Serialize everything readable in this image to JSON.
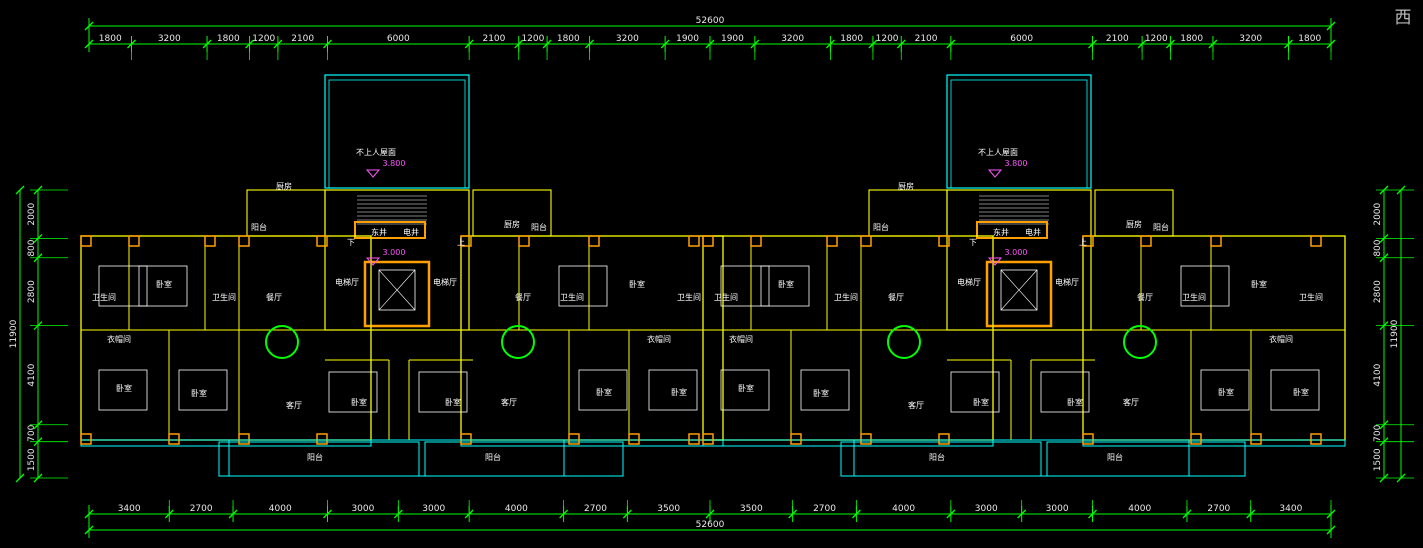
{
  "corner_label": "西",
  "colors": {
    "dim_line": "#00ff00",
    "wall": "#ffff00",
    "column": "#ff9f00",
    "window": "#00ffff",
    "fixture": "#ffffff",
    "elevation": "#ff55ff",
    "background": "#000000"
  },
  "dimensions": {
    "top_total": "52600",
    "top_segments": [
      "1800",
      "3200",
      "1800",
      "1200",
      "2100",
      "6000",
      "2100",
      "1200",
      "1800",
      "3200",
      "1900",
      "1900",
      "3200",
      "1800",
      "1200",
      "2100",
      "6000",
      "2100",
      "1200",
      "1800",
      "3200",
      "1800"
    ],
    "bottom_total": "52600",
    "bottom_segments": [
      "3400",
      "2700",
      "4000",
      "3000",
      "3000",
      "4000",
      "2700",
      "3500",
      "3500",
      "2700",
      "4000",
      "3000",
      "3000",
      "4000",
      "2700",
      "3400"
    ],
    "left_total": "11900",
    "left_segments": [
      "2000",
      "800",
      "2800",
      "4100",
      "700",
      "1500"
    ],
    "right_total": "11900",
    "right_segments": [
      "2000",
      "800",
      "2800",
      "4100",
      "700",
      "1500"
    ]
  },
  "rooms": {
    "roof_note": "不上人屋面",
    "roof_elev": "3.800",
    "floor_elev": "3.000",
    "stair_tag_east": "东井",
    "stair_tag_elec": "电井",
    "bathroom": "卫生间",
    "bedroom": "卧室",
    "kitchen": "厨房",
    "balcony": "阳台",
    "dining": "餐厅",
    "living": "客厅",
    "cloak": "衣帽间",
    "elev_hall": "电梯厅",
    "down": "下",
    "up": "上"
  }
}
